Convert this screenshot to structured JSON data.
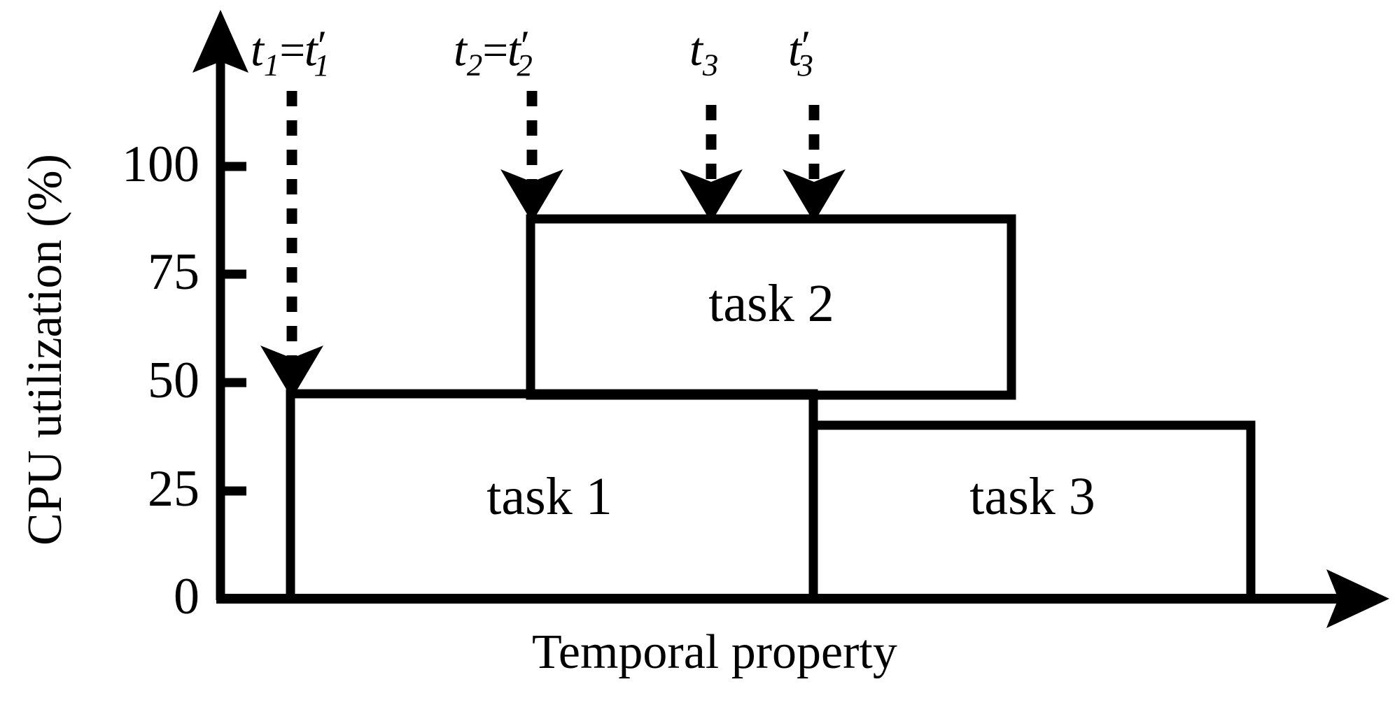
{
  "chart_data": {
    "type": "bar",
    "title": "",
    "subtitle": "",
    "xlabel": "Temporal property",
    "ylabel": "CPU utilization (%)",
    "ylim": [
      0,
      112
    ],
    "yticks": [
      0,
      25,
      50,
      75,
      100
    ],
    "ytick_labels": [
      "0",
      "25",
      "50",
      "75",
      "100"
    ],
    "xticks": [],
    "xtick_labels": [],
    "grid": false,
    "legend": "none",
    "orientation": "stacked-timeline",
    "series": [
      {
        "name": "task 1",
        "label": "task 1",
        "x_start_time": "t1",
        "x_end_time": "t3",
        "y_base": 0,
        "y_top": 47,
        "height": 47
      },
      {
        "name": "task 2",
        "label": "task 2",
        "x_start_time": "t2",
        "x_end_time": "after t3prime",
        "y_base": 47,
        "y_top": 87,
        "height": 40
      },
      {
        "name": "task 3",
        "label": "task 3",
        "x_start_time": "t3prime",
        "x_end_time": "end",
        "y_base": 0,
        "y_top": 40,
        "height": 40
      }
    ],
    "annotations": [
      {
        "id": "t1",
        "text": "t1=t1'",
        "t": "t",
        "sub": "1",
        "eq": "=",
        "t2": "t",
        "sub2": "1",
        "prime": "′",
        "arrow_to_value": 47
      },
      {
        "id": "t2",
        "text": "t2=t2'",
        "t": "t",
        "sub": "2",
        "eq": "=",
        "t2": "t",
        "sub2": "2",
        "prime": "′",
        "arrow_to_value": 87
      },
      {
        "id": "t3",
        "text": "t3",
        "t": "t",
        "sub": "3",
        "eq": "",
        "t2": "",
        "sub2": "",
        "prime": "",
        "arrow_to_value": 87
      },
      {
        "id": "t3prime",
        "text": "t3'",
        "t": "t",
        "sub": "3",
        "eq": "",
        "t2": "",
        "sub2": "",
        "prime": "′",
        "arrow_to_value": 87
      }
    ]
  },
  "axes": {
    "y_title": "CPU utilization (%)",
    "x_title": "Temporal property",
    "ytick_0": "0",
    "ytick_25": "25",
    "ytick_50": "50",
    "ytick_75": "75",
    "ytick_100": "100"
  },
  "bars": {
    "task1_label": "task 1",
    "task2_label": "task 2",
    "task3_label": "task 3"
  },
  "time_marks": {
    "m1": {
      "base": "t",
      "sub": "1",
      "eq": "=",
      "base2": "t",
      "sub2": "1",
      "prime": "′"
    },
    "m2": {
      "base": "t",
      "sub": "2",
      "eq": "=",
      "base2": "t",
      "sub2": "2",
      "prime": "′"
    },
    "m3": {
      "base": "t",
      "sub": "3"
    },
    "m4": {
      "base": "t",
      "sub": "3",
      "prime": "′"
    }
  },
  "colors": {
    "ink": "#000000",
    "background": "#ffffff"
  }
}
